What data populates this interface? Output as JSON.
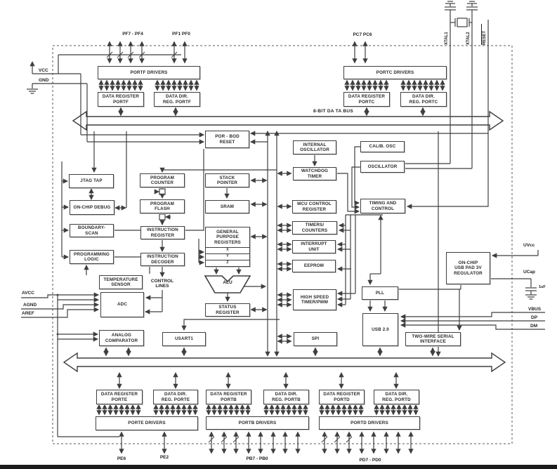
{
  "bus": {
    "label": "8-BIT DA TA BUS"
  },
  "blocks": {
    "portf_drivers": "PORTF DRIVERS",
    "data_reg_portf": "DATA REGISTER\nPORTF",
    "data_dir_portf": "DATA DIR.\nREG. PORTF",
    "portc_drivers": "PORTC DRIVERS",
    "data_reg_portc": "DATA REGISTER\nPORTC",
    "data_dir_portc": "DATA DIR.\nREG. PORTC",
    "por_bod": "POR - BOD\nRESET",
    "jtag": "JTAG TAP",
    "ocd": "ON-CHIP DEBUG",
    "boundary_scan": "BOUNDARY-\nSCAN",
    "prog_logic": "PROGRAMMING\nLOGIC",
    "program_counter": "PROGRAM\nCOUNTER",
    "program_flash": "PROGRAM\nFLASH",
    "instr_register": "INSTRUCTION\nREGISTER",
    "instr_decoder": "INSTRUCTION\nDECODER",
    "stack_pointer": "STACK\nPOINTER",
    "sram": "SRAM",
    "gpr": "GENERAL\nPURPOSE\nREGISTERS",
    "gpr_x": "X",
    "gpr_y": "Y",
    "gpr_z": "Z",
    "int_osc": "INTERNAL\nOSCILLATOR",
    "calib_osc": "CALIB. OSC",
    "oscillator": "OSCILLATOR",
    "watchdog": "WATCHDOG\nTIMER",
    "mcu_ctrl": "MCU CONTROL\nREGISTER",
    "timing": "TIMING AND\nCONTROL",
    "timers": "TIMERS/\nCOUNTERS",
    "interrupt_unit": "INTERRUPT\nUNIT",
    "eeprom": "EEPROM",
    "temp_sensor": "TEMPERATURE\nSENSOR",
    "control_lines": "CONTROL\nLINES",
    "adc": "ADC",
    "alu": "ALU",
    "status_reg": "STATUS\nREGISTER",
    "analog_comp": "ANALOG\nCOMPARATOR",
    "usart1": "USART1",
    "hs_timer": "HIGH SPEED\nTIMER/PWM",
    "pll": "PLL",
    "usb": "USB 2.0",
    "spi": "SPI",
    "twi": "TWO-WIRE SERIAL\nINTERFACE",
    "usb_regulator": "ON-CHIP\nUSB PAD 3V\nREGULATOR",
    "data_reg_porte": "DATA REGISTER\nPORTE",
    "data_dir_porte": "DATA DIR.\nREG. PORTE",
    "porte_drivers": "PORTE DRIVERS",
    "data_reg_portb": "DATA REGISTER\nPORTB",
    "data_dir_portb": "DATA DIR.\nREG. PORTB",
    "portb_drivers": "PORTB DRIVERS",
    "data_reg_portd": "DATA REGISTER\nPORTD",
    "data_dir_portd": "DATA DIR.\nREG. PORTD",
    "portd_drivers": "PORTD DRIVERS"
  },
  "pins": {
    "pf_high": "PF7 - PF4",
    "pf_low": "PF1 PF0",
    "pc_pins": "PC7 PC6",
    "xtal1": "XTAL1",
    "xtal2": "XTAL2",
    "reset": "RESET",
    "vcc": "VCC",
    "gnd": "GND",
    "avcc": "AVCC",
    "agnd": "AGND",
    "aref": "AREF",
    "uvcc": "UVcc",
    "ucap": "UCap",
    "cap_value": "1uF",
    "vbus": "VBUS",
    "dp": "DP",
    "dm": "DM",
    "pe6": "PE6",
    "pe2": "PE2",
    "pb": "PB7 - PB0",
    "pd": "PD7 - PD0"
  },
  "colors": {
    "line": "#3f3f3f",
    "dashed_border": "#8f8f8f",
    "bottom_bar": "#1b1b1b"
  }
}
